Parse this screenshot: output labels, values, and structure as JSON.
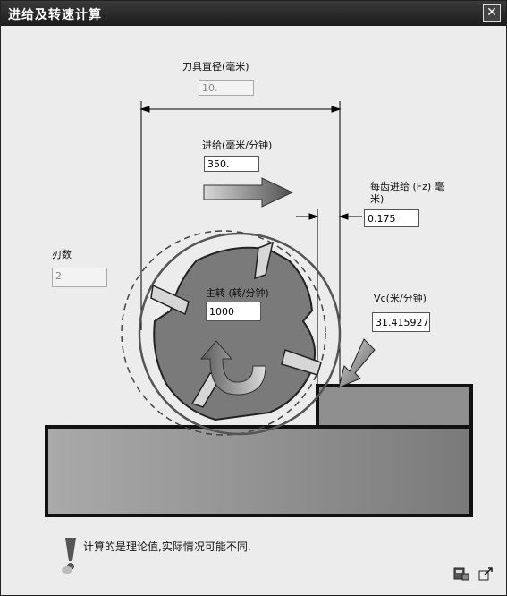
{
  "window": {
    "title": "进给及转速计算",
    "close_label": "✕"
  },
  "fields": {
    "cutter_diameter": {
      "label": "刀具直径(毫米)",
      "value": "10."
    },
    "feed_rate": {
      "label": "进给(毫米/分钟)",
      "value": "350."
    },
    "feed_per_tooth": {
      "label_line1": "每齿进给 (Fz) 毫",
      "label_line2": "米)",
      "value": "0.175"
    },
    "flutes": {
      "label": "刃数",
      "value": "2"
    },
    "spindle_speed": {
      "label": "主转 (转/分钟)",
      "value": "1000"
    },
    "surface_speed": {
      "label": "Vc(米/分钟)",
      "value": "31.415927"
    }
  },
  "notice": {
    "text": "计算的是理论值,实际情况可能不同."
  },
  "icons": [
    "warning-icon",
    "calculator-icon",
    "export-icon"
  ],
  "colors": {
    "titlebar": "#2a2a2a",
    "background": "#ececec",
    "tool": "#7a7a7a",
    "workpiece": "#8a8a8a"
  }
}
